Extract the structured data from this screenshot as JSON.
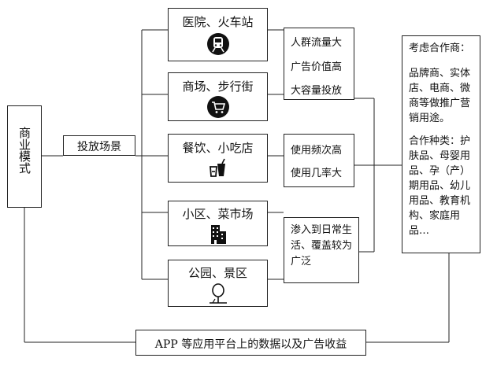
{
  "business_model": {
    "label": "商业模式"
  },
  "placement_scenes": {
    "label": "投放场景"
  },
  "scenes": [
    {
      "label": "医院、火车站",
      "icon": "train-icon"
    },
    {
      "label": "商场、步行街",
      "icon": "shopping-cart-icon"
    },
    {
      "label": "餐饮、小吃店",
      "icon": "food-drink-icon"
    },
    {
      "label": "小区、菜市场",
      "icon": "buildings-icon"
    },
    {
      "label": "公园、景区",
      "icon": "tree-icon"
    }
  ],
  "notes": {
    "group1": [
      "人群流量大",
      "广告价值高",
      "大容量投放"
    ],
    "group2": [
      "使用频次高",
      "使用几率大"
    ],
    "group3": "渗入到日常生活、覆盖较为广泛"
  },
  "partners": {
    "heading": "考虑合作商：",
    "brands": "品牌商、实体店、电商、微商等做推广营销用途。",
    "categories": "合作种类：护肤品、母婴用品、孕（产）期用品、幼儿用品、教育机构、家庭用品…"
  },
  "revenue": {
    "label": "APP 等应用平台上的数据以及广告收益"
  }
}
